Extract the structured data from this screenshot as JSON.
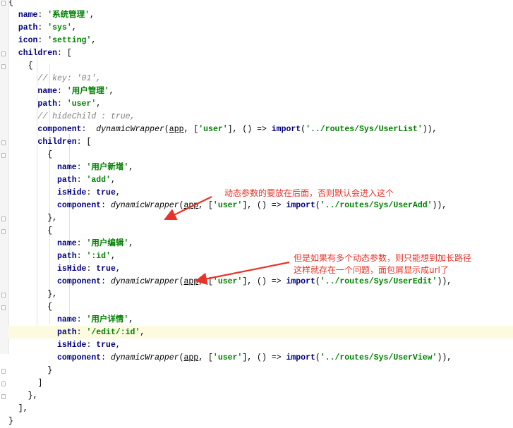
{
  "code": {
    "lines": [
      "{",
      "  name: '系统管理',",
      "  path: 'sys',",
      "  icon: 'setting',",
      "  children: [",
      "    {",
      "      // key: '01',",
      "      name: '用户管理',",
      "      path: 'user',",
      "      // hideChild : true,",
      "      component:  dynamicWrapper(app, ['user'], () => import('../routes/Sys/UserList')),",
      "      children: [",
      "        {",
      "          name: '用户新增',",
      "          path: 'add',",
      "          isHide: true,",
      "          component: dynamicWrapper(app, ['user'], () => import('../routes/Sys/UserAdd')),",
      "        },",
      "        {",
      "          name: '用户编辑',",
      "          path: ':id',",
      "          isHide: true,",
      "          component: dynamicWrapper(app, ['user'], () => import('../routes/Sys/UserEdit')),",
      "        },",
      "        {",
      "          name: '用户详情',",
      "          path: '/edit/:id',",
      "          isHide: true,",
      "          component: dynamicWrapper(app, ['user'], () => import('../routes/Sys/UserView')),",
      "        }",
      "      ]",
      "    },",
      "  ],",
      "}"
    ]
  },
  "annotations": {
    "note1": "动态参数的要放在后面，否则默认会进入这个",
    "note2_line1": "但是如果有多个动态参数，则只能想到加长路径",
    "note2_line2": "这样就存在一个问题，面包屑显示成url了"
  },
  "colors": {
    "keyword": "#000080",
    "string": "#008000",
    "comment": "#808080",
    "annotation": "#e8332a",
    "current_line": "#fcfadf"
  }
}
